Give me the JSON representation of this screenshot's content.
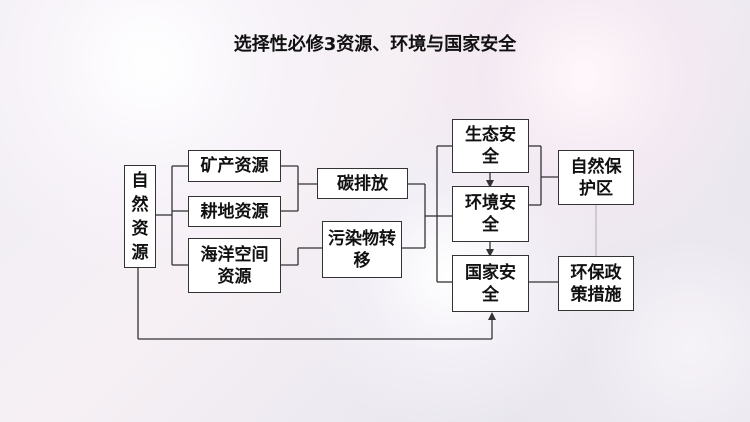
{
  "title": "选择性必修3资源、环境与国家安全",
  "nodes": {
    "ziran": "自然资源",
    "kuangchan": "矿产资源",
    "gengdi": "耕地资源",
    "haiyang": "海洋空间资源",
    "tanpaifang": "碳排放",
    "wuran": "污染物转移",
    "shengtai": "生态安全",
    "huanjing": "环境安全",
    "guojia": "国家安全",
    "baohuqu": "自然保护区",
    "zhengce": "环保政策措施"
  }
}
